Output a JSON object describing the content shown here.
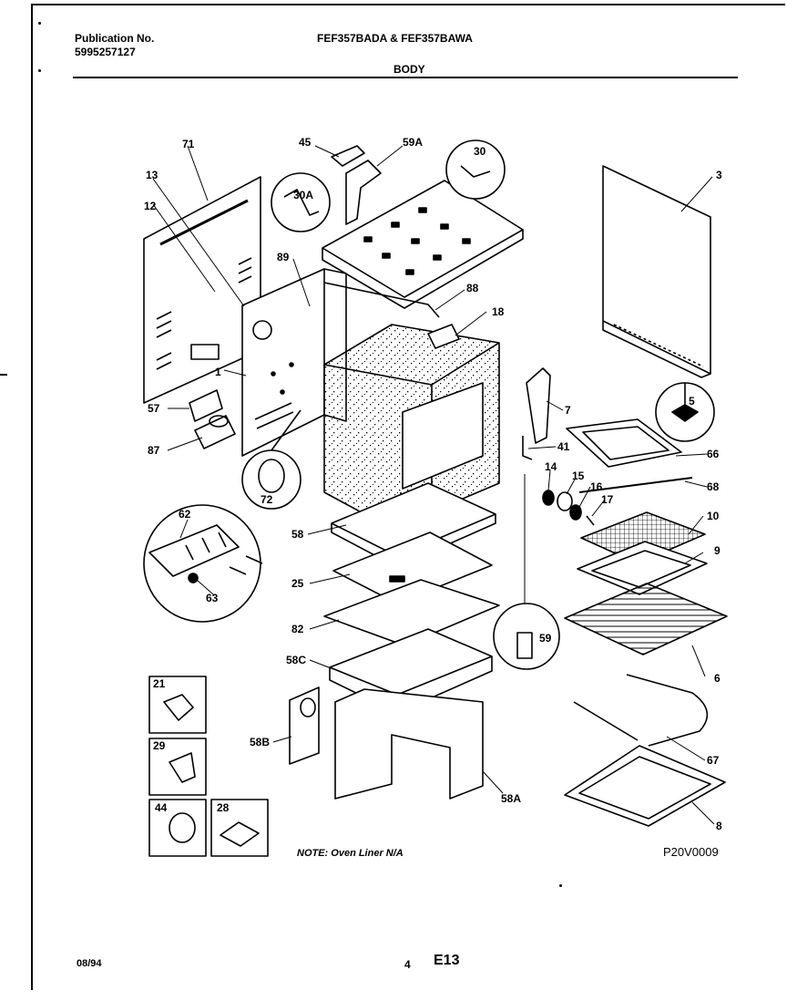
{
  "header": {
    "publication_label": "Publication No.",
    "publication_number": "5995257127",
    "model_title": "FEF357BADA & FEF357BAWA",
    "section_title": "BODY"
  },
  "callouts": {
    "c71": "71",
    "c45": "45",
    "c59a": "59A",
    "c30": "30",
    "c3": "3",
    "c13": "13",
    "c12": "12",
    "c30a": "30A",
    "c89": "89",
    "c88": "88",
    "c18": "18",
    "c1": "1",
    "c5": "5",
    "c57": "57",
    "c87": "87",
    "c7": "7",
    "c41": "41",
    "c66": "66",
    "c14": "14",
    "c15": "15",
    "c16": "16",
    "c68": "68",
    "c17": "17",
    "c72": "72",
    "c62": "62",
    "c58": "58",
    "c10": "10",
    "c9": "9",
    "c25": "25",
    "c63": "63",
    "c82": "82",
    "c59": "59",
    "c58c": "58C",
    "c6": "6",
    "c21": "21",
    "c58b": "58B",
    "c29": "29",
    "c67": "67",
    "c58a": "58A",
    "c44": "44",
    "c28": "28",
    "c8": "8"
  },
  "footer": {
    "note": "NOTE: Oven Liner N/A",
    "drawing_code": "P20V0009",
    "date": "08/94",
    "page_number": "4",
    "page_code": "E13"
  }
}
